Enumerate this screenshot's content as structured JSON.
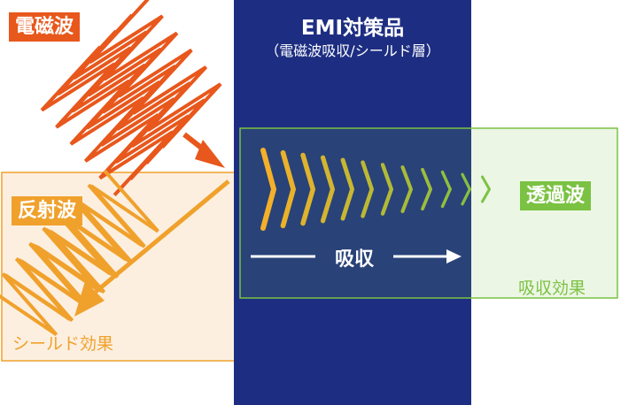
{
  "emi": {
    "title": "EMI対策品",
    "subtitle": "（電磁波吸収/シールド層）"
  },
  "labels": {
    "incoming_wave": "電磁波",
    "reflected_wave": "反射波",
    "transmitted_wave": "透過波",
    "absorption": "吸収",
    "shield_effect": "シールド効果",
    "absorption_effect": "吸収効果"
  },
  "colors": {
    "emi_panel": "#1d2e82",
    "incoming": "#e8571c",
    "reflected": "#f0a12c",
    "absorbed_start": "#f4b028",
    "absorbed_end": "#7bc243",
    "absorption_effect": "#7bc243",
    "shield_panel_fill": "#fcefe0",
    "shield_panel_border": "#f0a12c",
    "text_white": "#ffffff"
  }
}
